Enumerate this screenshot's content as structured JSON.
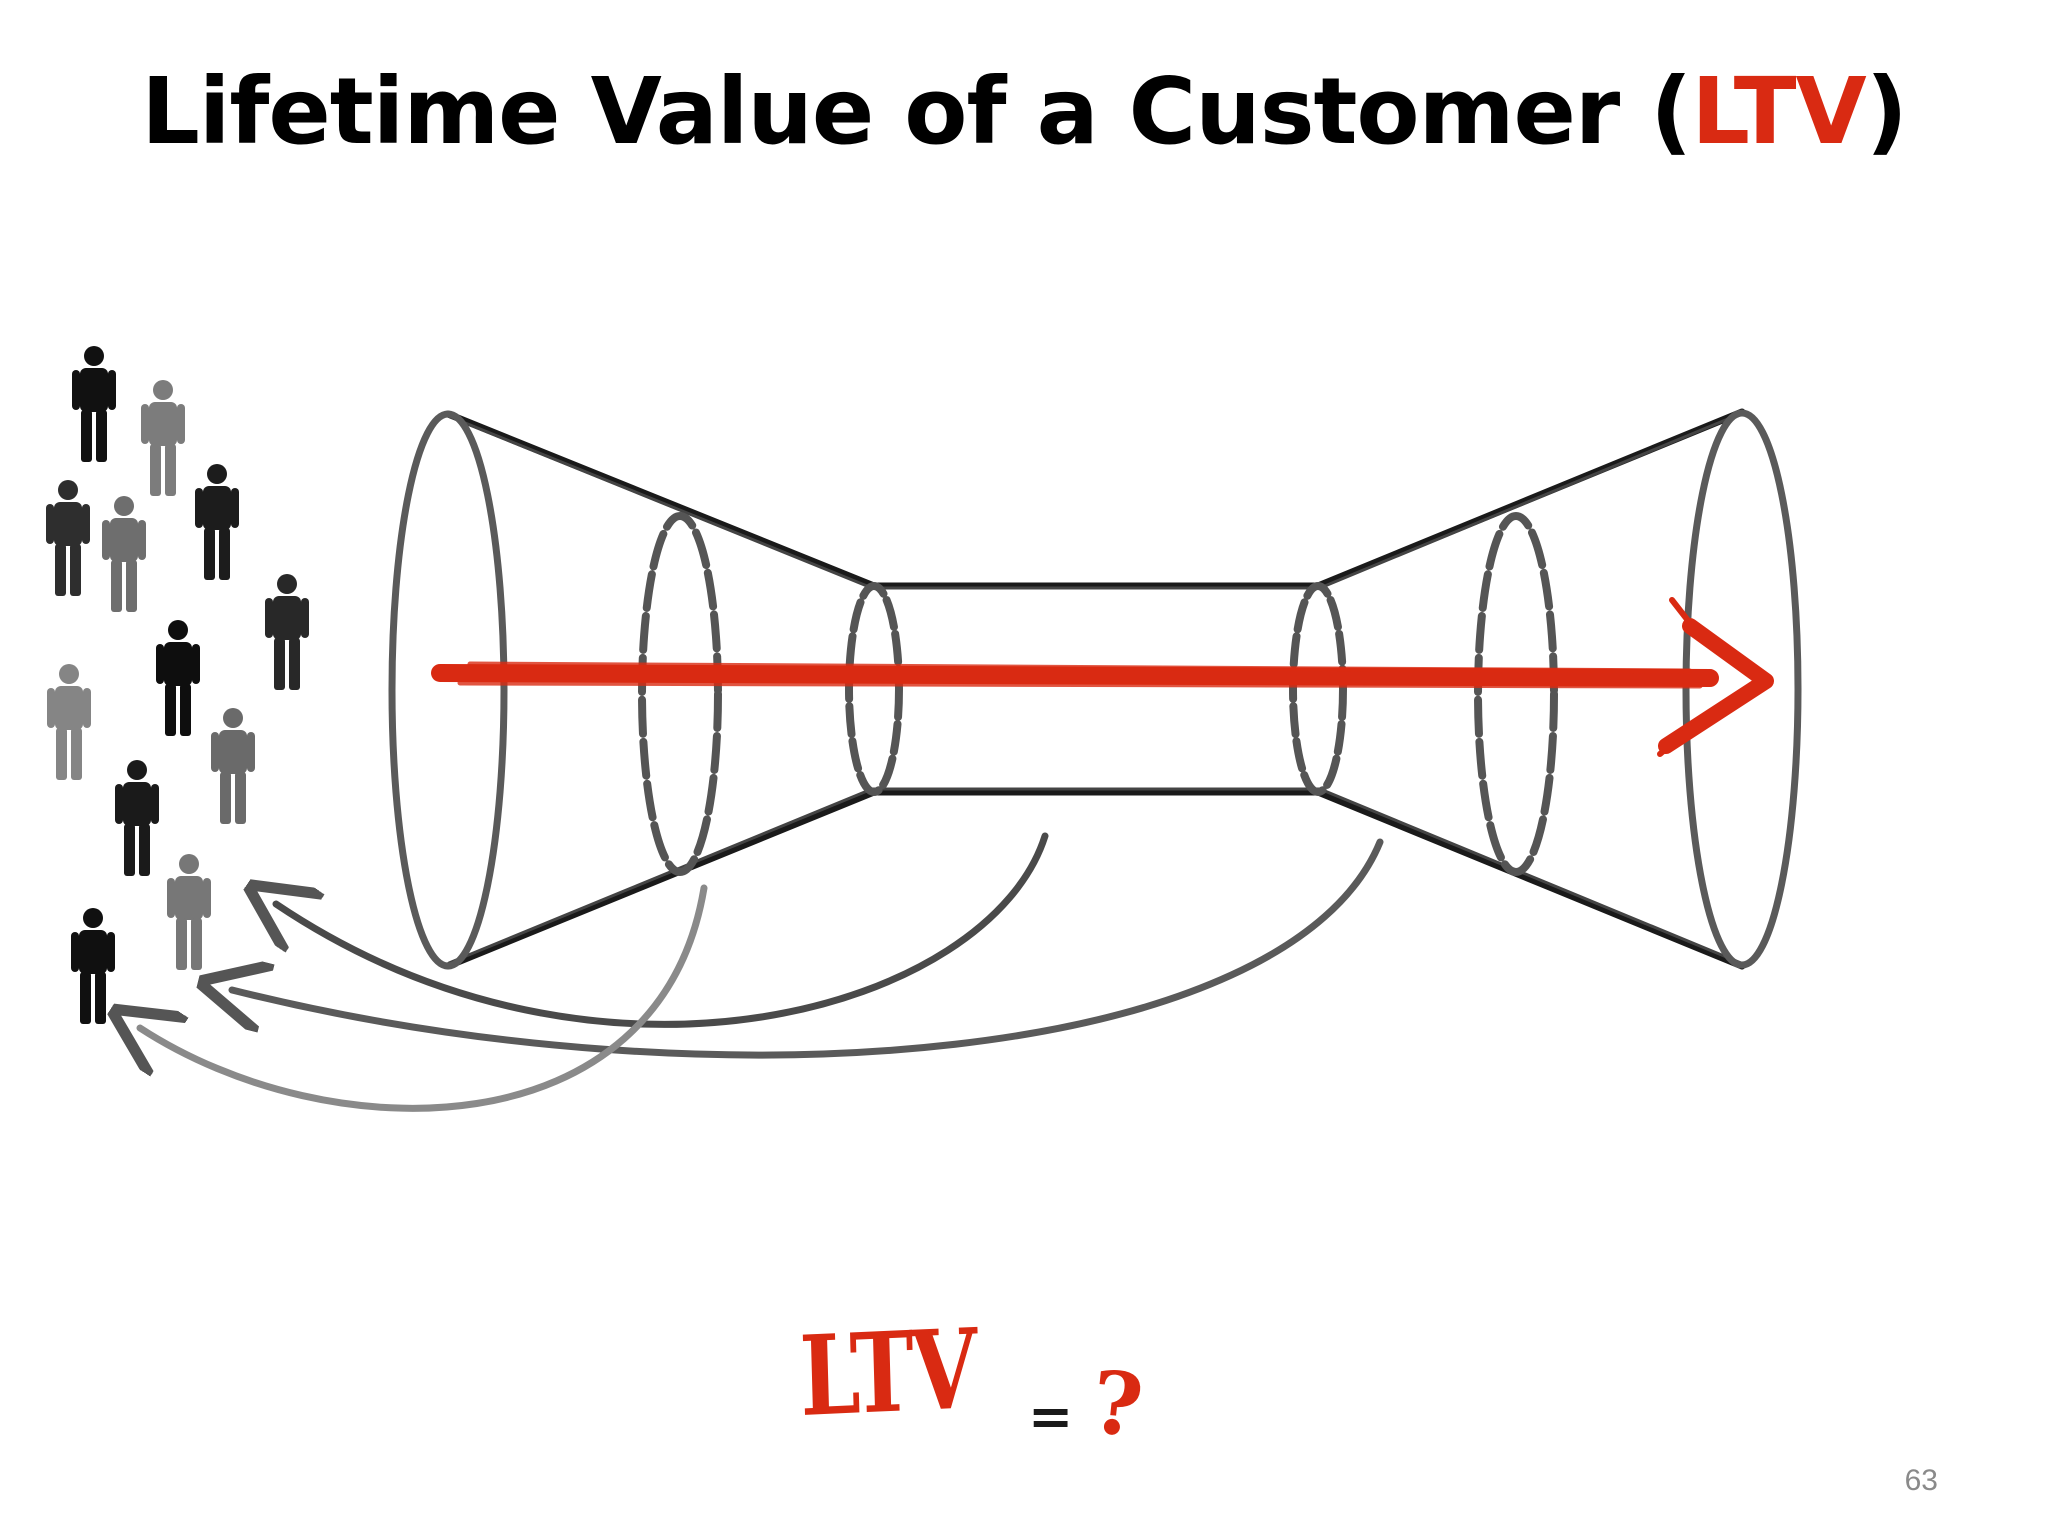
{
  "slide": {
    "title_prefix": "Lifetime Value of a Customer (",
    "title_highlight": "LTV",
    "title_suffix": ")",
    "page_number": "63"
  },
  "formula": {
    "term": "LTV",
    "equals": "=",
    "unknown": "?"
  },
  "colors": {
    "accent": "#d92a12",
    "text": "#000000",
    "page_number": "#8a8a8a"
  },
  "icons": {
    "crowd": "person-icon",
    "funnel": "funnel-icon",
    "journey": "arrow-icon",
    "return_flow": "curved-arrow-icon"
  }
}
